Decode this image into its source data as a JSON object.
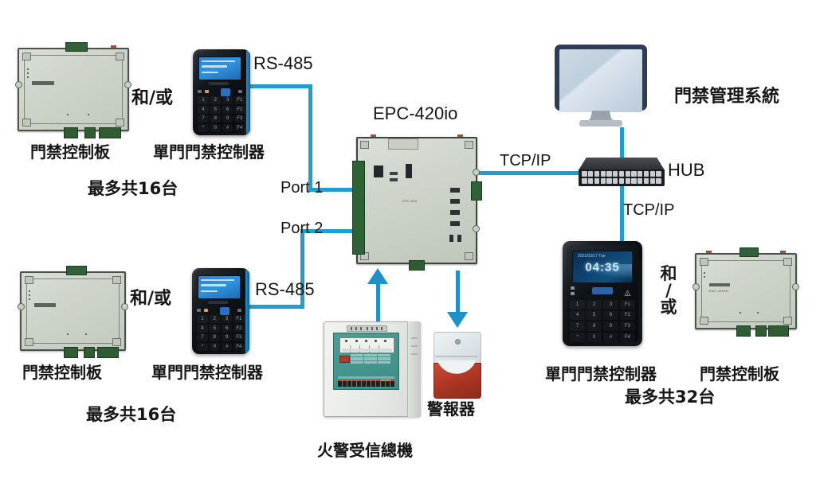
{
  "diagram": {
    "title": "EPC-420io Access Control System Topology",
    "accent_color": "#1f9ed1",
    "arrow_color": "#2090c8"
  },
  "labels": {
    "epc_controller": "EPC-420io",
    "port1": "Port 1",
    "port2": "Port 2",
    "rs485_top": "RS-485",
    "rs485_bottom": "RS-485",
    "tcpip_epc_hub": "TCP/IP",
    "tcpip_hub_reader": "TCP/IP",
    "hub": "HUB",
    "management_system": "門禁管理系統",
    "and_or_top": "和/或",
    "and_or_bottom": "和/或",
    "and_or_right_line1": "和",
    "and_or_right_line2": "/",
    "and_or_right_line3": "或",
    "control_board_top": "門禁控制板",
    "control_board_bottom": "門禁控制板",
    "control_board_right": "門禁控制板",
    "single_door_top": "單門門禁控制器",
    "single_door_bottom": "單門門禁控制器",
    "single_door_right": "單門門禁控制器",
    "max_total_16_top": "最多共16台",
    "max_total_16_bottom": "最多共16台",
    "max_total_32": "最多共32台",
    "fire_alarm_panel": "火警受信總機",
    "siren": "警報器"
  },
  "devices": {
    "reader_keypad": [
      "1",
      "2",
      "3",
      "F1",
      "4",
      "5",
      "6",
      "F2",
      "7",
      "8",
      "9",
      "F3",
      "*",
      "0",
      "#",
      "F4"
    ],
    "reader_right_clock": "04:35",
    "reader_right_date": "2021/03/17  Tue"
  }
}
